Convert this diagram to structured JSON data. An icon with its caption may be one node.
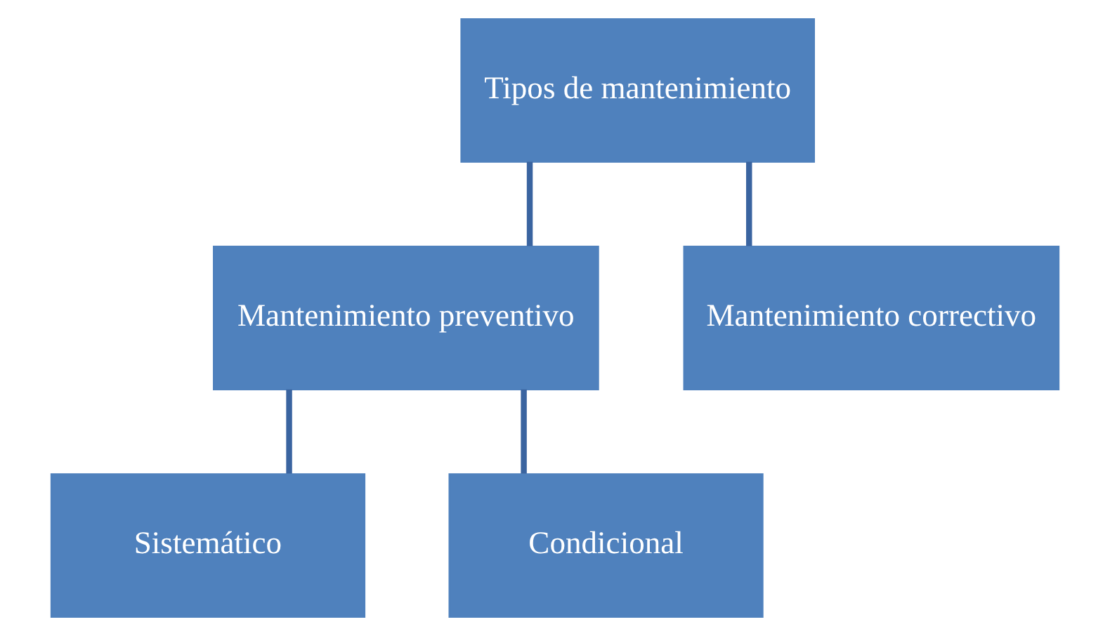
{
  "diagram": {
    "nodes": [
      {
        "text": [
          "Tipos de mantenimiento"
        ]
      },
      {
        "text": [
          "Mantenimiento preventivo"
        ]
      },
      {
        "text": [
          "Mantenimiento correctivo"
        ]
      },
      {
        "text": [
          "Sistemático"
        ]
      },
      {
        "text": [
          "Condicional"
        ]
      }
    ],
    "edges": [
      {
        "from": 0,
        "to": 1,
        "arrow": "none"
      },
      {
        "from": 0,
        "to": 2,
        "arrow": "none"
      },
      {
        "from": 1,
        "to": 3,
        "arrow": "none"
      },
      {
        "from": 1,
        "to": 4,
        "arrow": "none"
      }
    ]
  }
}
